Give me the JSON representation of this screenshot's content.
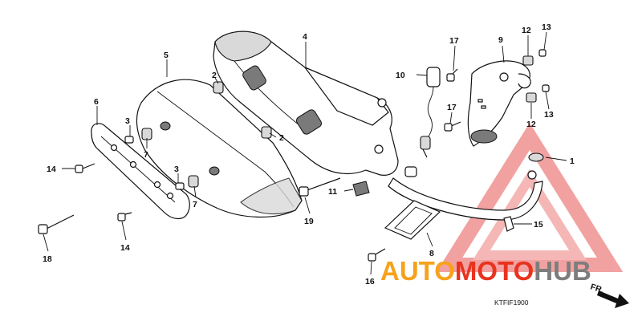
{
  "diagram_code": "KTFIF1900",
  "direction_label": "FR.",
  "watermark": {
    "part1": "AUTO",
    "part2": "MOTO",
    "part3": "HUB",
    "color_orange": "#f6a21c",
    "color_red": "#e8331f",
    "color_gray": "#7d7d7d"
  },
  "callouts": {
    "c1": "1",
    "c2a": "2",
    "c2b": "2",
    "c3a": "3",
    "c3b": "3",
    "c4": "4",
    "c5": "5",
    "c6": "6",
    "c7a": "7",
    "c7b": "7",
    "c8": "8",
    "c9": "9",
    "c10": "10",
    "c11": "11",
    "c12a": "12",
    "c12b": "12",
    "c13a": "13",
    "c13b": "13",
    "c14a": "14",
    "c14b": "14",
    "c15": "15",
    "c16": "16",
    "c17a": "17",
    "c17b": "17",
    "c18": "18",
    "c19": "19"
  }
}
